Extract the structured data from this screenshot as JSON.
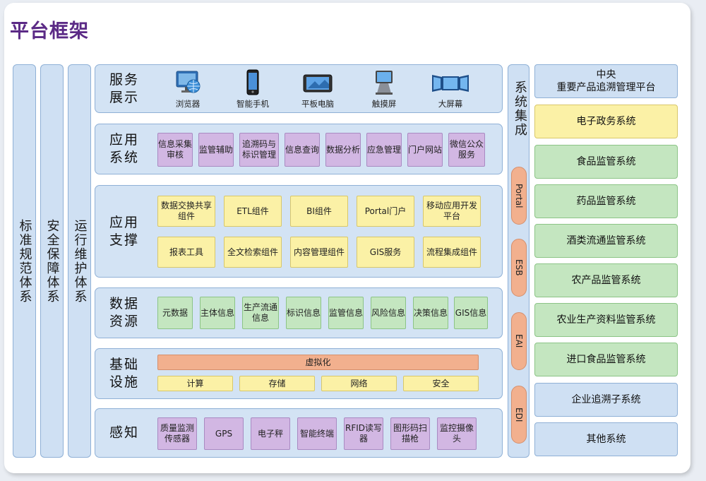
{
  "title": "平台框架",
  "left_columns": [
    "标准规范体系",
    "安全保障体系",
    "运行维护体系"
  ],
  "layers": {
    "service": {
      "label": "服务展示",
      "devices": [
        {
          "icon": "browser-globe-icon",
          "label": "浏览器"
        },
        {
          "icon": "smartphone-icon",
          "label": "智能手机"
        },
        {
          "icon": "tablet-icon",
          "label": "平板电脑"
        },
        {
          "icon": "touchscreen-kiosk-icon",
          "label": "触摸屏"
        },
        {
          "icon": "big-screen-icon",
          "label": "大屏幕"
        }
      ]
    },
    "app_system": {
      "label": "应用系统",
      "items": [
        "信息采集审核",
        "监管辅助",
        "追溯码与标识管理",
        "信息查询",
        "数据分析",
        "应急管理",
        "门户网站",
        "微信公众服务"
      ]
    },
    "app_support": {
      "label": "应用支撑",
      "row1": [
        "数据交换共享组件",
        "ETL组件",
        "BI组件",
        "Portal门户",
        "移动应用开发平台"
      ],
      "row2": [
        "报表工具",
        "全文检索组件",
        "内容管理组件",
        "GIS服务",
        "流程集成组件"
      ]
    },
    "data": {
      "label": "数据资源",
      "items": [
        "元数据",
        "主体信息",
        "生产流通信息",
        "标识信息",
        "监管信息",
        "风险信息",
        "决策信息",
        "GIS信息"
      ]
    },
    "infra": {
      "label": "基础设施",
      "virtual": "虚拟化",
      "items": [
        "计算",
        "存储",
        "网络",
        "安全"
      ]
    },
    "sense": {
      "label": "感知",
      "items": [
        "质量监测传感器",
        "GPS",
        "电子秤",
        "智能终端",
        "RFID读写器",
        "图形码扫描枪",
        "监控摄像头"
      ]
    }
  },
  "integration": {
    "title": "系统集成",
    "items": [
      "Portal",
      "ESB",
      "EAI",
      "EDI"
    ]
  },
  "systems": [
    {
      "label": "中央\n重要产品追溯管理平台",
      "color": "#cfe0f3"
    },
    {
      "label": "电子政务系统",
      "color": "#fbf1a6"
    },
    {
      "label": "食品监管系统",
      "color": "#c4e6c0"
    },
    {
      "label": "药品监管系统",
      "color": "#c4e6c0"
    },
    {
      "label": "酒类流通监管系统",
      "color": "#c4e6c0"
    },
    {
      "label": "农产品监管系统",
      "color": "#c4e6c0"
    },
    {
      "label": "农业生产资料监管系统",
      "color": "#c4e6c0"
    },
    {
      "label": "进口食品监管系统",
      "color": "#c4e6c0"
    },
    {
      "label": "企业追溯子系统",
      "color": "#cfe0f3"
    },
    {
      "label": "其他系统",
      "color": "#cfe0f3"
    }
  ]
}
